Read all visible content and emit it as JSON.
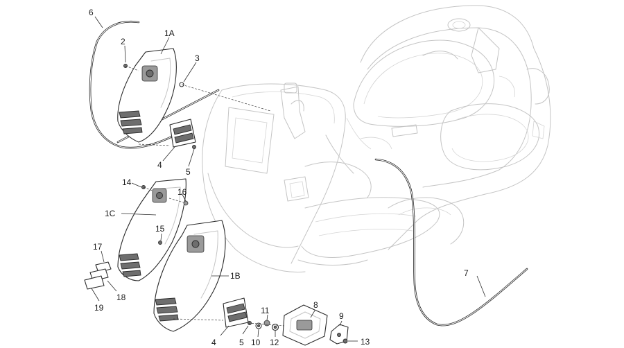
{
  "labels": {
    "p6": "6",
    "p2": "2",
    "p1A": "1A",
    "p3": "3",
    "p4a": "4",
    "p5a": "5",
    "p14": "14",
    "p16": "16",
    "p1C": "1C",
    "p15": "15",
    "p17": "17",
    "p18": "18",
    "p19": "19",
    "p1B": "1B",
    "p7": "7",
    "p11": "11",
    "p8": "8",
    "p9": "9",
    "p4b": "4",
    "p5b": "5",
    "p10": "10",
    "p12": "12",
    "p13": "13"
  }
}
